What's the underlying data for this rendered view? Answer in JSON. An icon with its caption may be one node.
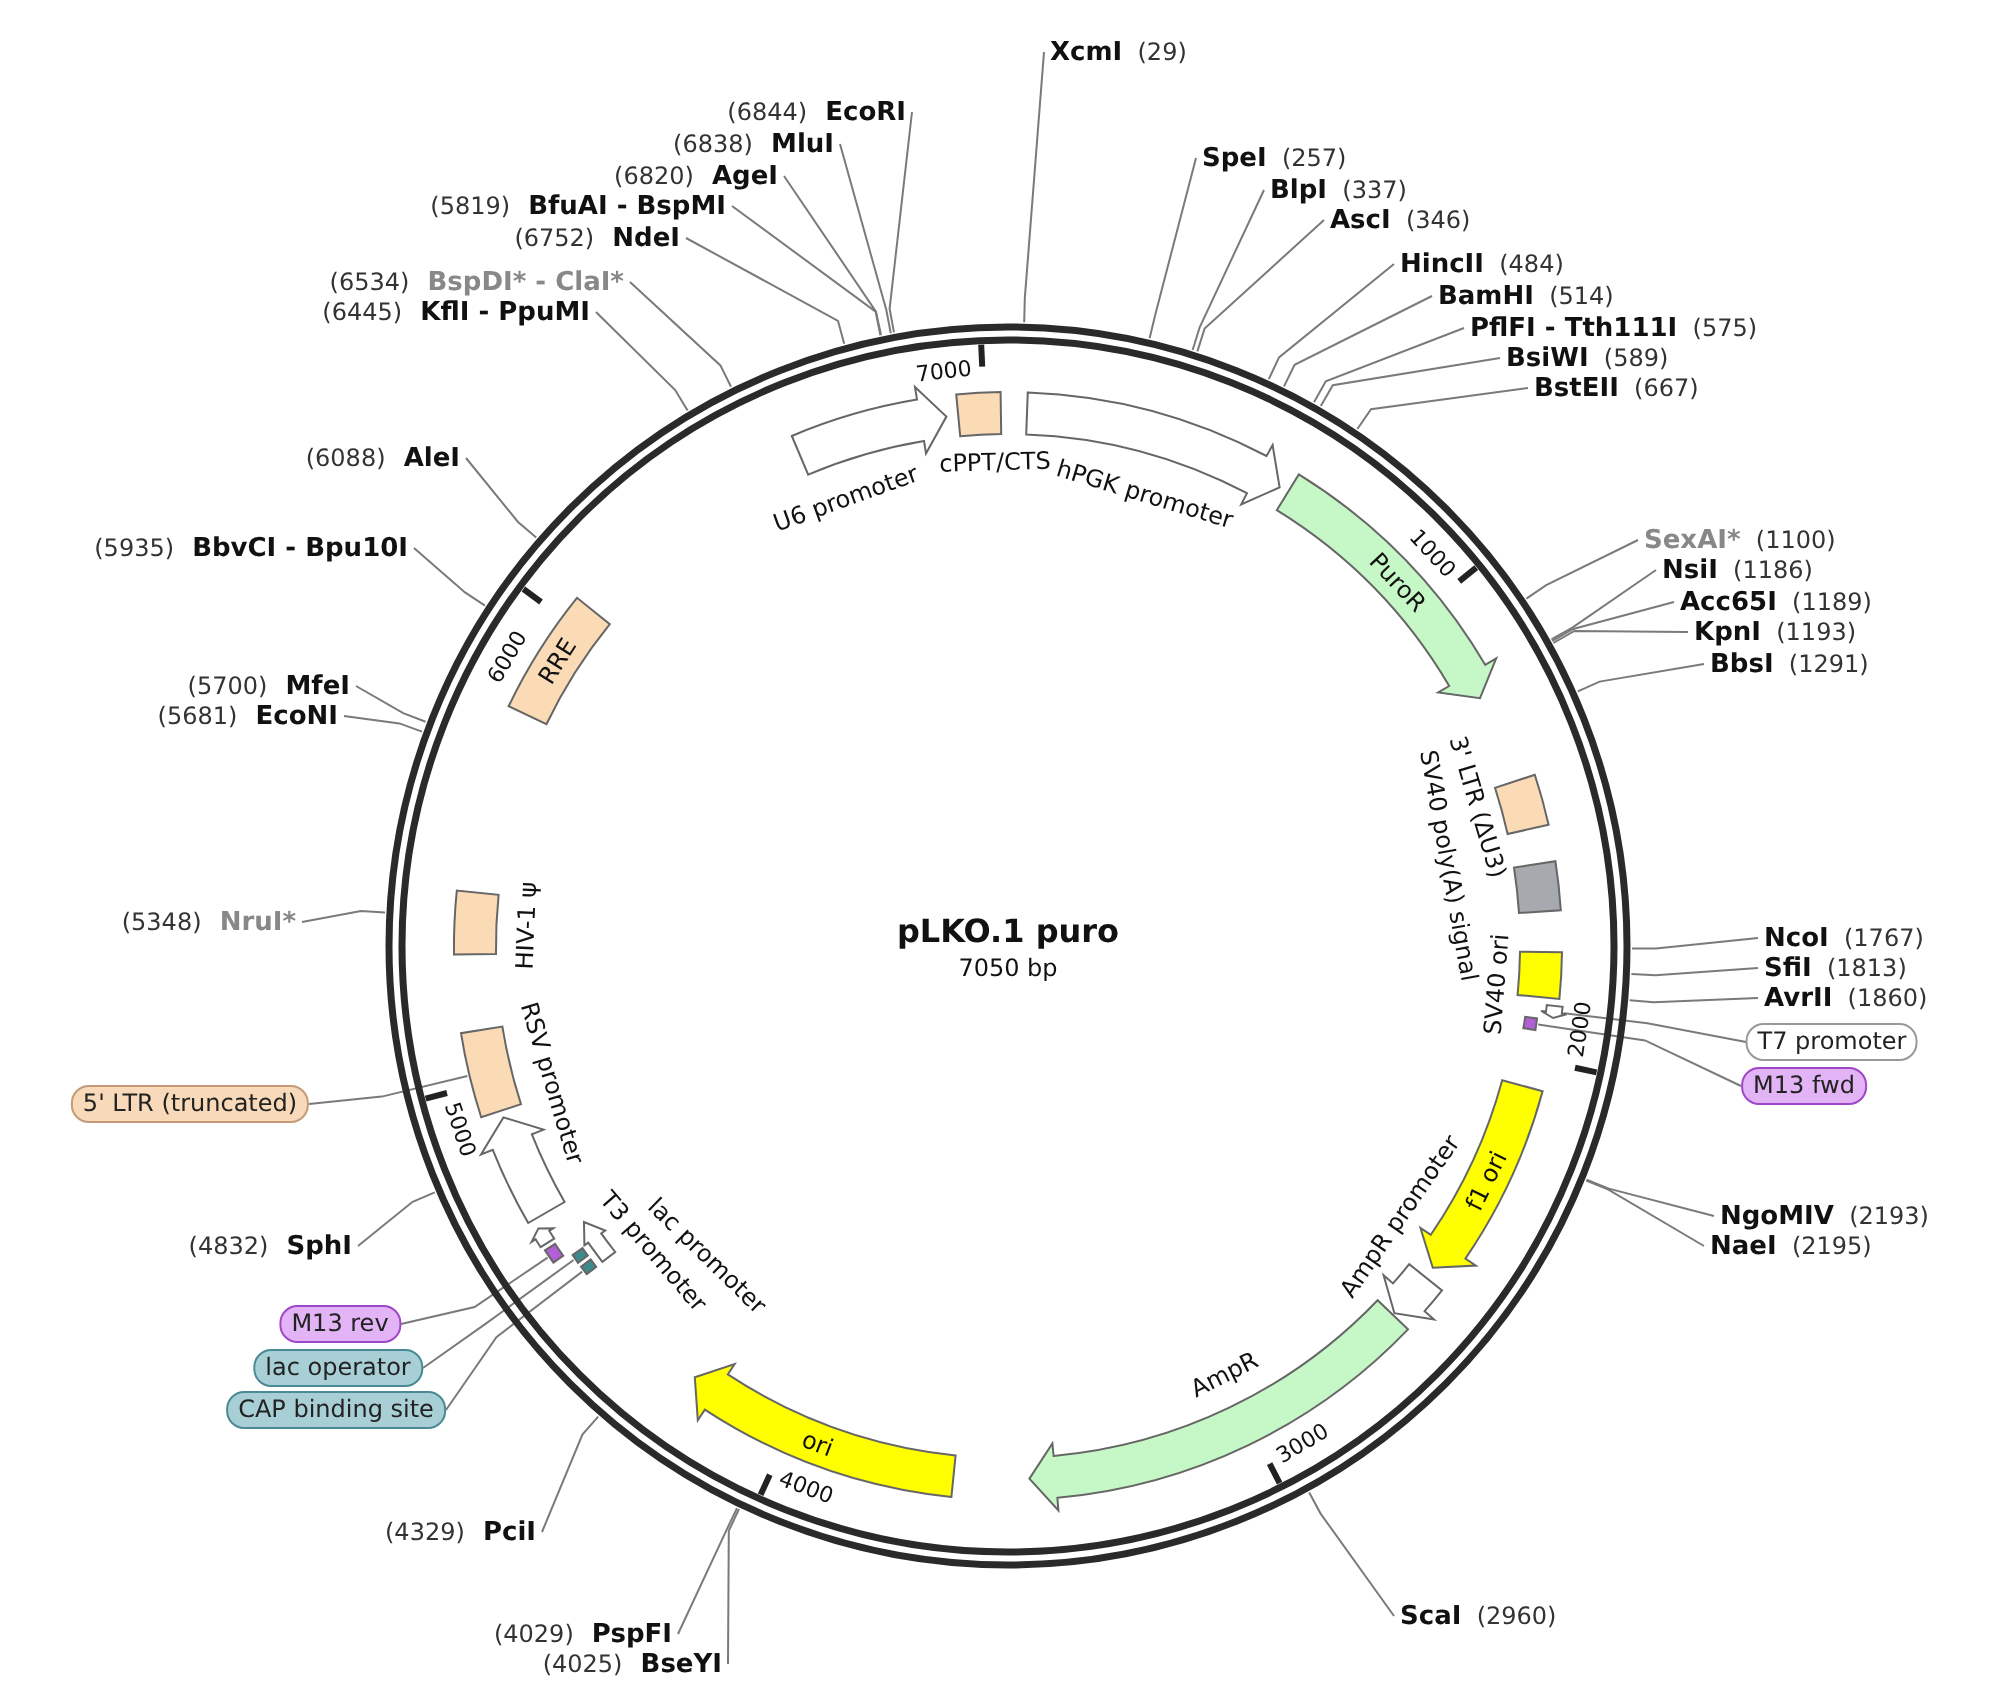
{
  "diagram": {
    "title": "pLKO.1 puro",
    "nodes": [
      {
        "text": [
          "XcmI",
          "(29)"
        ]
      },
      {
        "text": [
          "SpeI",
          "(257)"
        ]
      },
      {
        "text": [
          "BlpI",
          "(337)"
        ]
      },
      {
        "text": [
          "AscI",
          "(346)"
        ]
      },
      {
        "text": [
          "HincII",
          "(484)"
        ]
      },
      {
        "text": [
          "BamHI",
          "(514)"
        ]
      },
      {
        "text": [
          "PflFI - Tth111I",
          "(575)"
        ]
      },
      {
        "text": [
          "BsiWI",
          "(589)"
        ]
      },
      {
        "text": [
          "BstEII",
          "(667)"
        ]
      },
      {
        "text": [
          "SexAI*",
          "(1100)"
        ]
      },
      {
        "text": [
          "NsiI",
          "(1186)"
        ]
      },
      {
        "text": [
          "Acc65I",
          "(1189)"
        ]
      },
      {
        "text": [
          "KpnI",
          "(1193)"
        ]
      },
      {
        "text": [
          "BbsI",
          "(1291)"
        ]
      },
      {
        "text": [
          "NcoI",
          "(1767)"
        ]
      },
      {
        "text": [
          "SfiI",
          "(1813)"
        ]
      },
      {
        "text": [
          "AvrII",
          "(1860)"
        ]
      },
      {
        "text": [
          "NgoMIV",
          "(2193)"
        ]
      },
      {
        "text": [
          "NaeI",
          "(2195)"
        ]
      },
      {
        "text": [
          "ScaI",
          "(2960)"
        ]
      },
      {
        "text": [
          "(4329)",
          "PciI"
        ]
      },
      {
        "text": [
          "(4029)",
          "PspFI"
        ]
      },
      {
        "text": [
          "(4025)",
          "BseYI"
        ]
      },
      {
        "text": [
          "(4832)",
          "SphI"
        ]
      },
      {
        "text": [
          "(5348)",
          "NruI*"
        ]
      },
      {
        "text": [
          "(5681)",
          "EcoNI"
        ]
      },
      {
        "text": [
          "(5700)",
          "MfeI"
        ]
      },
      {
        "text": [
          "(5935)",
          "BbvCI - Bpu10I"
        ]
      },
      {
        "text": [
          "(6088)",
          "AleI"
        ]
      },
      {
        "text": [
          "(6445)",
          "KflI - PpuMI"
        ]
      },
      {
        "text": [
          "(6534)",
          "BspDI* - ClaI*"
        ]
      },
      {
        "text": [
          "(6752)",
          "NdeI"
        ]
      },
      {
        "text": [
          "(5819)",
          "BfuAI - BspMI"
        ]
      },
      {
        "text": [
          "(6820)",
          "AgeI"
        ]
      },
      {
        "text": [
          "(6838)",
          "MluI"
        ]
      },
      {
        "text": [
          "(6844)",
          "EcoRI"
        ]
      },
      {
        "text": [
          "hPGK promoter"
        ]
      },
      {
        "text": [
          "PuroR"
        ]
      },
      {
        "text": [
          "3' LTR (ΔU3)"
        ]
      },
      {
        "text": [
          "SV40 poly(A) signal"
        ]
      },
      {
        "text": [
          "SV40 ori"
        ]
      },
      {
        "text": [],
        "shape": "arrow"
      },
      {
        "text": [],
        "shape": "bar"
      },
      {
        "text": [
          "f1 ori"
        ]
      },
      {
        "text": [
          "AmpR promoter"
        ]
      },
      {
        "text": [
          "AmpR"
        ]
      },
      {
        "text": [
          "ori"
        ]
      },
      {
        "text": [],
        "shape": "bar"
      },
      {
        "text": [],
        "shape": "bar"
      },
      {
        "text": [
          "lac promoter"
        ]
      },
      {
        "text": [],
        "shape": "bar"
      },
      {
        "text": [
          "T3 promoter"
        ]
      },
      {
        "text": [
          "RSV promoter"
        ]
      },
      {
        "text": [],
        "shape": "box"
      },
      {
        "text": [
          "HIV-1 ψ"
        ]
      },
      {
        "text": [
          "RRE"
        ]
      },
      {
        "text": [
          "U6 promoter"
        ]
      },
      {
        "text": [
          "cPPT/CTS"
        ]
      },
      {
        "text": [
          "T7 promoter"
        ]
      },
      {
        "text": [
          "M13 fwd"
        ]
      },
      {
        "text": [
          "5' LTR (truncated)"
        ]
      },
      {
        "text": [
          "M13 rev"
        ]
      },
      {
        "text": [
          "lac operator"
        ]
      },
      {
        "text": [
          "CAP binding site"
        ]
      }
    ],
    "edges": [
      {
        "from": 0,
        "to": null,
        "arrow": "none"
      },
      {
        "from": 1,
        "to": null,
        "arrow": "none"
      },
      {
        "from": 2,
        "to": null,
        "arrow": "none"
      },
      {
        "from": 3,
        "to": null,
        "arrow": "none"
      },
      {
        "from": 4,
        "to": null,
        "arrow": "none"
      },
      {
        "from": 5,
        "to": null,
        "arrow": "none"
      },
      {
        "from": 6,
        "to": null,
        "arrow": "none"
      },
      {
        "from": 7,
        "to": null,
        "arrow": "none"
      },
      {
        "from": 8,
        "to": null,
        "arrow": "none"
      },
      {
        "from": 9,
        "to": null,
        "arrow": "none"
      },
      {
        "from": 10,
        "to": null,
        "arrow": "none"
      },
      {
        "from": 11,
        "to": null,
        "arrow": "none"
      },
      {
        "from": 12,
        "to": null,
        "arrow": "none"
      },
      {
        "from": 13,
        "to": null,
        "arrow": "none"
      },
      {
        "from": 14,
        "to": null,
        "arrow": "none"
      },
      {
        "from": 15,
        "to": null,
        "arrow": "none"
      },
      {
        "from": 16,
        "to": null,
        "arrow": "none"
      },
      {
        "from": 17,
        "to": null,
        "arrow": "none"
      },
      {
        "from": 18,
        "to": null,
        "arrow": "none"
      },
      {
        "from": 19,
        "to": null,
        "arrow": "none"
      },
      {
        "from": 20,
        "to": null,
        "arrow": "none"
      },
      {
        "from": 21,
        "to": null,
        "arrow": "none"
      },
      {
        "from": 22,
        "to": null,
        "arrow": "none"
      },
      {
        "from": 23,
        "to": null,
        "arrow": "none"
      },
      {
        "from": 24,
        "to": null,
        "arrow": "none"
      },
      {
        "from": 25,
        "to": null,
        "arrow": "none"
      },
      {
        "from": 26,
        "to": null,
        "arrow": "none"
      },
      {
        "from": 27,
        "to": null,
        "arrow": "none"
      },
      {
        "from": 28,
        "to": null,
        "arrow": "none"
      },
      {
        "from": 29,
        "to": null,
        "arrow": "none"
      },
      {
        "from": 30,
        "to": null,
        "arrow": "none"
      },
      {
        "from": 31,
        "to": null,
        "arrow": "none"
      },
      {
        "from": 32,
        "to": null,
        "arrow": "none"
      },
      {
        "from": 33,
        "to": null,
        "arrow": "none"
      },
      {
        "from": 34,
        "to": null,
        "arrow": "none"
      },
      {
        "from": 35,
        "to": null,
        "arrow": "none"
      },
      {
        "from": 58,
        "to": 41,
        "arrow": "none"
      },
      {
        "from": 59,
        "to": 42,
        "arrow": "none"
      },
      {
        "from": 60,
        "to": 53,
        "arrow": "none"
      },
      {
        "from": 61,
        "to": 50,
        "arrow": "none"
      },
      {
        "from": 62,
        "to": 48,
        "arrow": "none"
      },
      {
        "from": 63,
        "to": 47,
        "arrow": "none"
      }
    ],
    "labels": [
      "7050 bp",
      "1000",
      "2000",
      "3000",
      "4000",
      "5000",
      "6000",
      "7000"
    ]
  }
}
